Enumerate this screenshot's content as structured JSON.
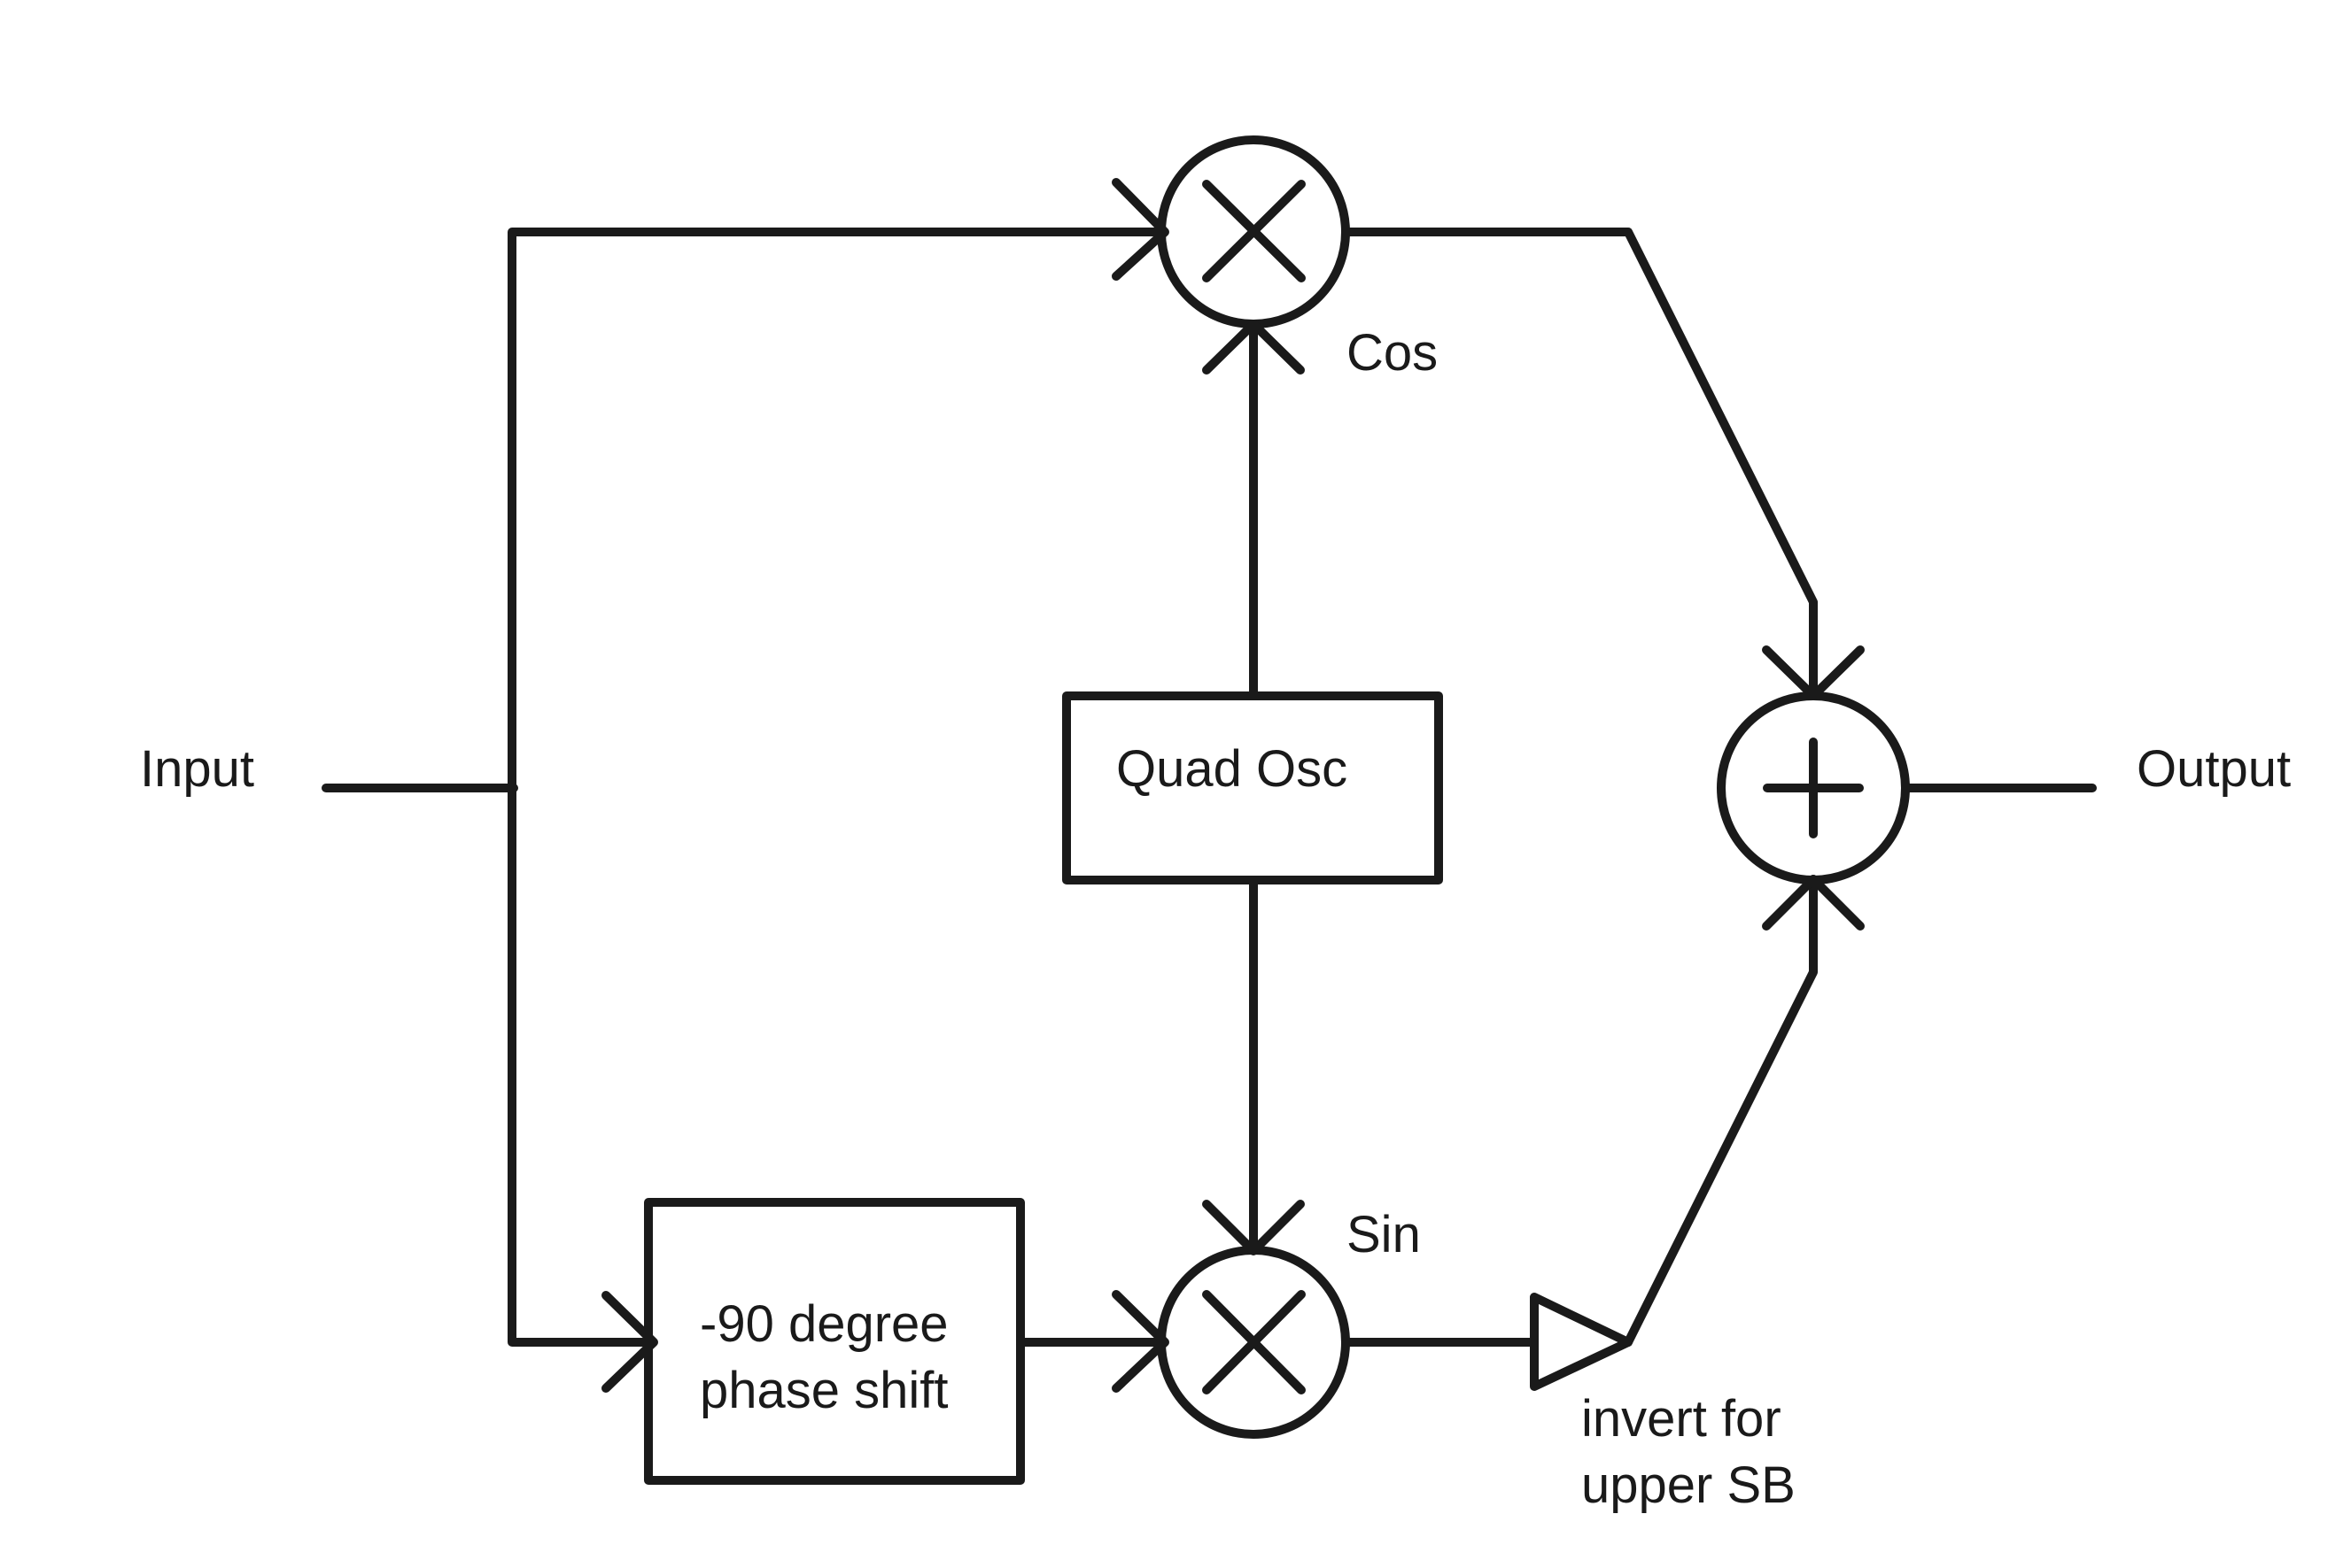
{
  "diagram": {
    "labels": {
      "input": "Input",
      "output": "Output",
      "cos": "Cos",
      "sin": "Sin",
      "quad_osc": "Quad Osc",
      "phase_shift_line1": "-90 degree",
      "phase_shift_line2": "phase shift",
      "invert_line1": "invert for",
      "invert_line2": "upper SB"
    },
    "nodes": [
      {
        "id": "input",
        "kind": "terminal",
        "label": "Input"
      },
      {
        "id": "phase-shift",
        "kind": "block",
        "label": "-90 degree phase shift"
      },
      {
        "id": "quad-osc",
        "kind": "block",
        "label": "Quad Osc"
      },
      {
        "id": "mixer-cos",
        "kind": "multiplier",
        "label": "Cos"
      },
      {
        "id": "mixer-sin",
        "kind": "multiplier",
        "label": "Sin"
      },
      {
        "id": "inverter",
        "kind": "triangle",
        "label": "invert for upper SB"
      },
      {
        "id": "summer",
        "kind": "adder"
      },
      {
        "id": "output",
        "kind": "terminal",
        "label": "Output"
      }
    ],
    "edges": [
      {
        "from": "input",
        "to": "mixer-cos"
      },
      {
        "from": "input",
        "to": "phase-shift"
      },
      {
        "from": "phase-shift",
        "to": "mixer-sin"
      },
      {
        "from": "quad-osc",
        "to": "mixer-cos"
      },
      {
        "from": "quad-osc",
        "to": "mixer-sin"
      },
      {
        "from": "mixer-cos",
        "to": "summer"
      },
      {
        "from": "mixer-sin",
        "to": "inverter"
      },
      {
        "from": "inverter",
        "to": "summer"
      },
      {
        "from": "summer",
        "to": "output"
      }
    ]
  }
}
